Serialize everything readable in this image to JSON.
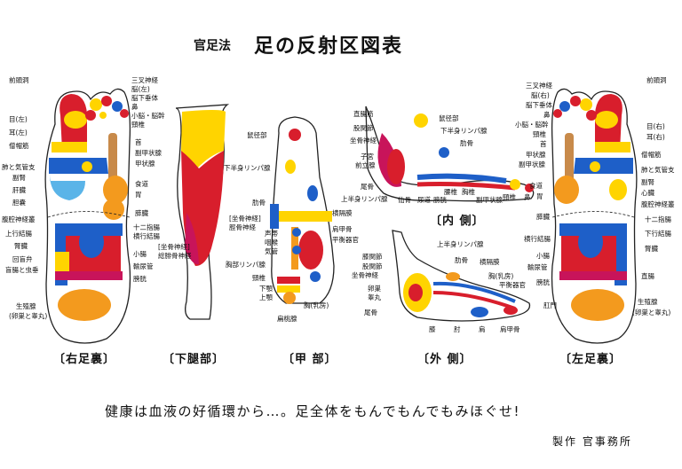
{
  "header": {
    "subtitle": "官足法",
    "title": "足の反射区図表"
  },
  "captions": {
    "right_sole": "〔右足裏〕",
    "lower_leg": "〔下腿部〕",
    "instep": "〔甲 部〕",
    "outer_side": "〔外 側〕",
    "left_sole": "〔左足裏〕",
    "inner_side": "〔内 側〕"
  },
  "labels": {
    "right_sole": [
      "前頭洞",
      "三叉神経",
      "脳(左)",
      "脳下垂体",
      "鼻",
      "小脳・脳幹",
      "頸椎",
      "目(左)",
      "耳(左)",
      "僧帽筋",
      "首",
      "副甲状腺",
      "甲状腺",
      "肺と気管支",
      "副腎",
      "肝臓",
      "胆嚢",
      "食道",
      "胃",
      "膵臓",
      "腹腔神経叢",
      "上行結腸",
      "十二指腸",
      "横行結腸",
      "腎臓",
      "小腸",
      "回盲弁",
      "盲腸と虫垂",
      "輸尿管",
      "膀胱",
      "生殖腺",
      "(卵巣と睾丸)"
    ],
    "lower_leg": [
      "[坐骨神経]",
      "脛骨神経",
      "[坐骨神経]",
      "総腓骨神経"
    ],
    "instep": [
      "鼠径部",
      "下半身リンパ腺",
      "肋骨",
      "横隔膜",
      "肩甲骨",
      "声帯",
      "咽喉",
      "気管",
      "平衡器官",
      "胸部リンパ腺",
      "頸椎",
      "下顎",
      "上顎",
      "胸(乳房)",
      "扁桃腺"
    ],
    "inner_side": [
      "直腸筋",
      "股関節",
      "坐骨神経",
      "子宮",
      "前立腺",
      "尾骨",
      "上半身リンパ腺",
      "鼠径部",
      "下半身リンパ腺",
      "肋骨",
      "仙骨",
      "尿道",
      "膀胱",
      "腰椎",
      "胸椎",
      "副甲状腺",
      "頸椎",
      "鼻"
    ],
    "outer_side": [
      "上半身リンパ腺",
      "肋骨",
      "横隔膜",
      "膝関節",
      "股関節",
      "坐骨神経",
      "卵巣",
      "睾丸",
      "尾骨",
      "胸(乳房)",
      "平衡器官",
      "膝",
      "肘",
      "肩",
      "肩甲骨"
    ],
    "left_sole": [
      "三叉神経",
      "脳(右)",
      "脳下垂体",
      "鼻",
      "前頭洞",
      "小脳・脳幹",
      "目(右)",
      "頸椎",
      "耳(右)",
      "首",
      "僧帽筋",
      "甲状腺",
      "副甲状腺",
      "肺と気管支",
      "副腎",
      "食道",
      "心臓",
      "胃",
      "腹腔神経叢",
      "膵臓",
      "十二指腸",
      "下行結腸",
      "横行結腸",
      "腎臓",
      "小腸",
      "輸尿管",
      "直腸",
      "膀胱",
      "肛門",
      "生殖腺",
      "(卵巣と睾丸)"
    ]
  },
  "footer": {
    "slogan": "健康は血液の好循環から…。足全体をもんでもんでもみほぐせ!",
    "maker": "製作 官事務所"
  },
  "colors": {
    "red": "#d81e2c",
    "yellow": "#ffd400",
    "orange": "#f39a1e",
    "blue": "#1e5fc8",
    "lightblue": "#5ab4e8",
    "magenta": "#c8145a",
    "pink": "#f4a0b4",
    "green": "#3aa040",
    "navy": "#1e3c8c"
  }
}
